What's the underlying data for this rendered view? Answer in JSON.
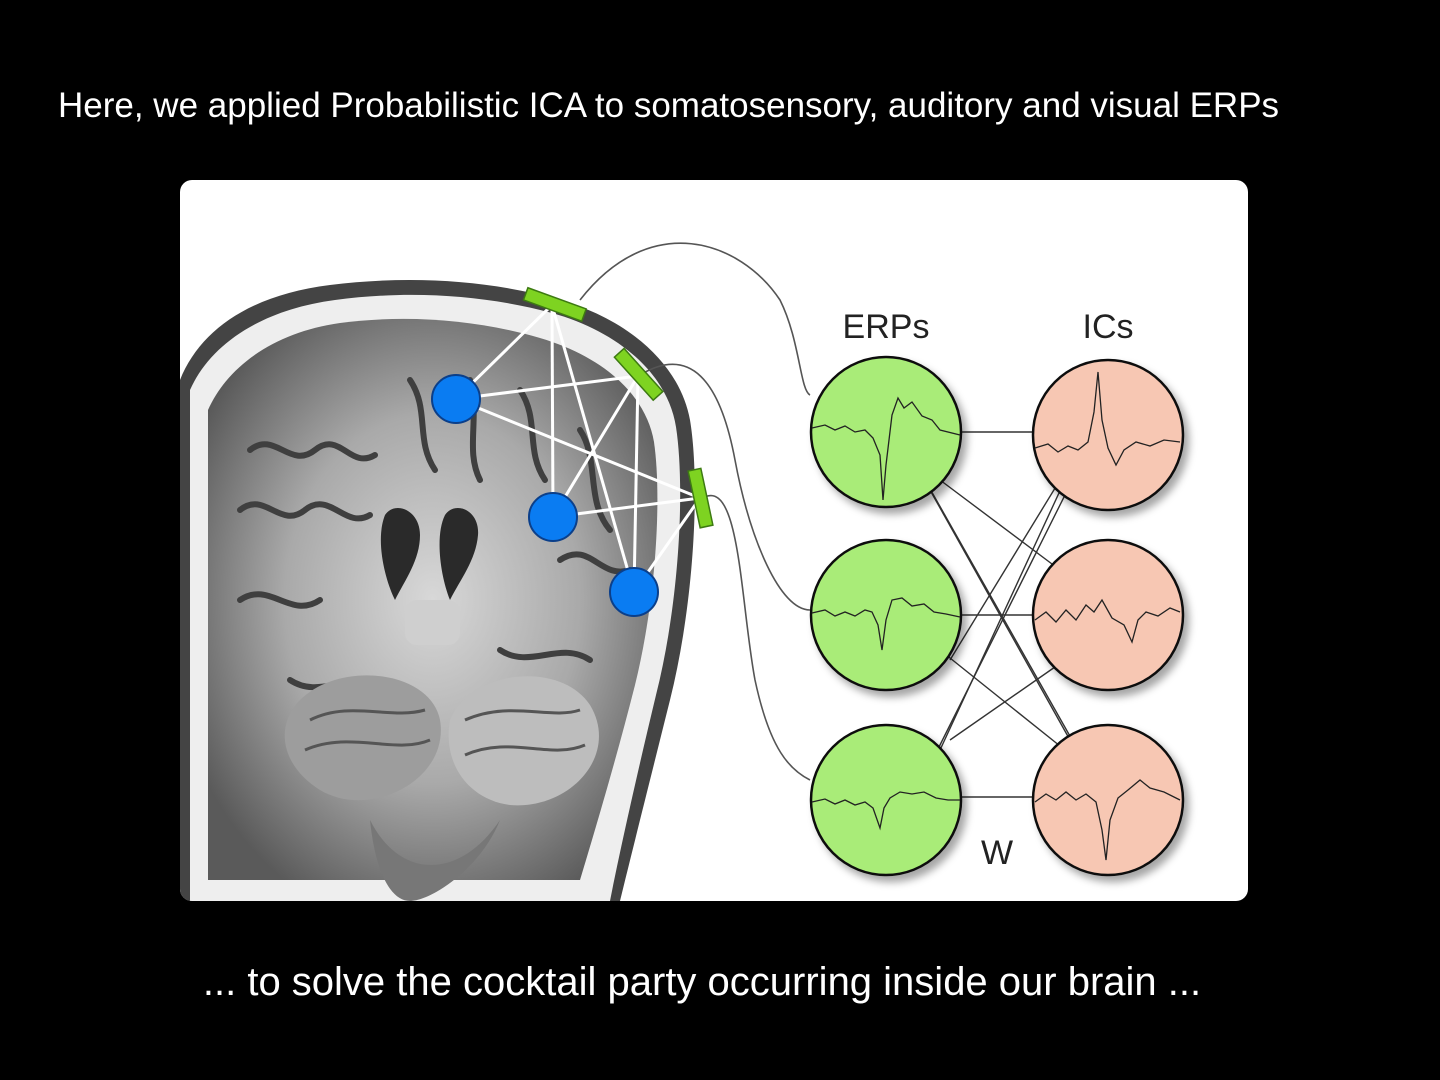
{
  "slide": {
    "headline": "Here, we applied Probabilistic ICA to somatosensory, auditory and visual ERPs",
    "caption": "... to solve the cocktail party occurring inside our brain ..."
  },
  "diagram": {
    "erps_label": "ERPs",
    "ics_label": "ICs",
    "mixing_label": "W",
    "colors": {
      "source": "#0a7cf2",
      "electrode": "#7ed321",
      "erp": "#a9ec78",
      "ic": "#f7c7b3",
      "brain_bg": "#6b6b6b"
    }
  }
}
